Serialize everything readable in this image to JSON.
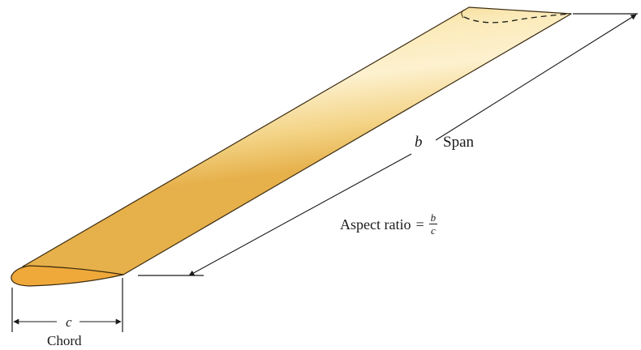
{
  "figure": {
    "span_symbol": "b",
    "span_label": "Span",
    "aspect_ratio_label": "Aspect ratio",
    "equals_sign": "=",
    "fraction_numerator": "b",
    "fraction_denominator": "c",
    "chord_symbol": "c",
    "chord_label": "Chord"
  },
  "colors": {
    "wing_fill_light": "#fcefc2",
    "wing_fill_mid": "#f6d88a",
    "wing_fill_dark": "#e9b64e",
    "root_section": "#efa93a",
    "wing_outline": "#3a2a10",
    "dimension_lines": "#1a1a1a"
  }
}
